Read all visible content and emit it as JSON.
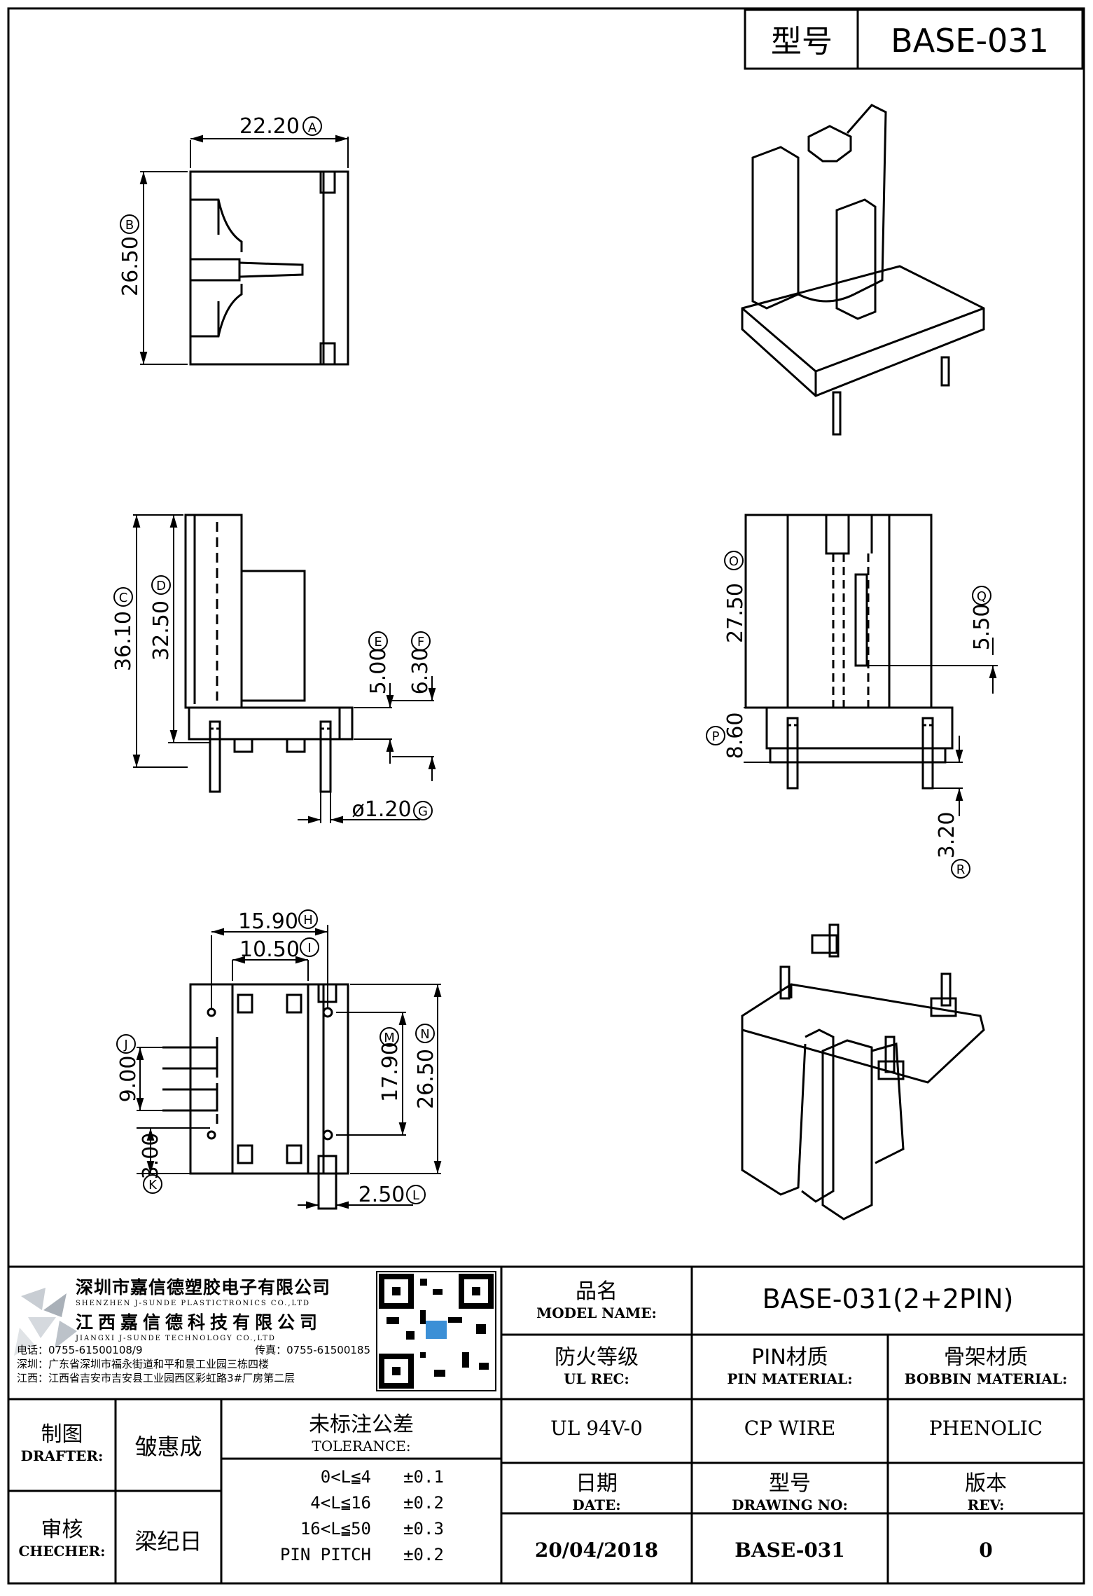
{
  "header": {
    "model_label": "型号",
    "model_value": "BASE-031"
  },
  "top_view": {
    "dim_a": "22.20",
    "dim_a_tag": "A",
    "dim_b": "26.50",
    "dim_b_tag": "B"
  },
  "side_view": {
    "dim_c": "36.10",
    "dim_c_tag": "C",
    "dim_d": "32.50",
    "dim_d_tag": "D",
    "dim_e": "5.00",
    "dim_e_tag": "E",
    "dim_f": "6.30",
    "dim_f_tag": "F",
    "dim_g": "ø1.20",
    "dim_g_tag": "G"
  },
  "front_view": {
    "dim_o": "27.50",
    "dim_o_tag": "O",
    "dim_q": "5.50",
    "dim_q_tag": "Q",
    "dim_p": "8.60",
    "dim_p_tag": "P",
    "dim_r": "3.20",
    "dim_r_tag": "R"
  },
  "bottom_view": {
    "dim_h": "15.90",
    "dim_h_tag": "H",
    "dim_i": "10.50",
    "dim_i_tag": "I",
    "dim_j": "9.00",
    "dim_j_tag": "J",
    "dim_k": "3.00",
    "dim_k_tag": "K",
    "dim_m": "17.90",
    "dim_m_tag": "M",
    "dim_n": "26.50",
    "dim_n_tag": "N",
    "dim_l": "2.50",
    "dim_l_tag": "L"
  },
  "company": {
    "name_cn_1": "深圳市嘉信德塑胶电子有限公司",
    "name_en_1": "SHENZHEN J-SUNDE PLASTICTRONICS CO.,LTD",
    "name_cn_2": "江西嘉信德科技有限公司",
    "name_en_2": "JIANGXI J-SUNDE TECHNOLOGY CO.,LTD",
    "phone": "电话：0755-61500108/9",
    "fax": "传真：0755-61500185",
    "addr_sz": "深圳：广东省深圳市福永街道和平和景工业园三栋四楼",
    "addr_jx": "江西：江西省吉安市吉安县工业园西区彩虹路3#厂房第二层"
  },
  "title_block": {
    "model_name_cn": "品名",
    "model_name_en": "MODEL NAME:",
    "model_name_value": "BASE-031(2+2PIN)",
    "ul_cn": "防火等级",
    "ul_en": "UL REC:",
    "pin_mat_cn": "PIN材质",
    "pin_mat_en": "PIN MATERIAL:",
    "bobbin_mat_cn": "骨架材质",
    "bobbin_mat_en": "BOBBIN MATERIAL:",
    "ul_value": "UL 94V-0",
    "pin_value": "CP WIRE",
    "bobbin_value": "PHENOLIC",
    "drafter_cn": "制图",
    "drafter_en": "DRAFTER:",
    "drafter_name": "皱惠成",
    "checker_cn": "审核",
    "checker_en": "CHECHER:",
    "checker_name": "梁纪日",
    "tolerance_cn": "未标注公差",
    "tolerance_en": "TOLERANCE:",
    "tolerances": [
      {
        "range": "0<L≦4",
        "value": "±0.1"
      },
      {
        "range": "4<L≦16",
        "value": "±0.2"
      },
      {
        "range": "16<L≦50",
        "value": "±0.3"
      },
      {
        "range": "PIN PITCH",
        "value": "±0.2"
      }
    ],
    "date_cn": "日期",
    "date_en": "DATE:",
    "date_value": "20/04/2018",
    "drawing_no_cn": "型号",
    "drawing_no_en": "DRAWING NO:",
    "drawing_no_value": "BASE-031",
    "rev_cn": "版本",
    "rev_en": "REV:",
    "rev_value": "0"
  }
}
